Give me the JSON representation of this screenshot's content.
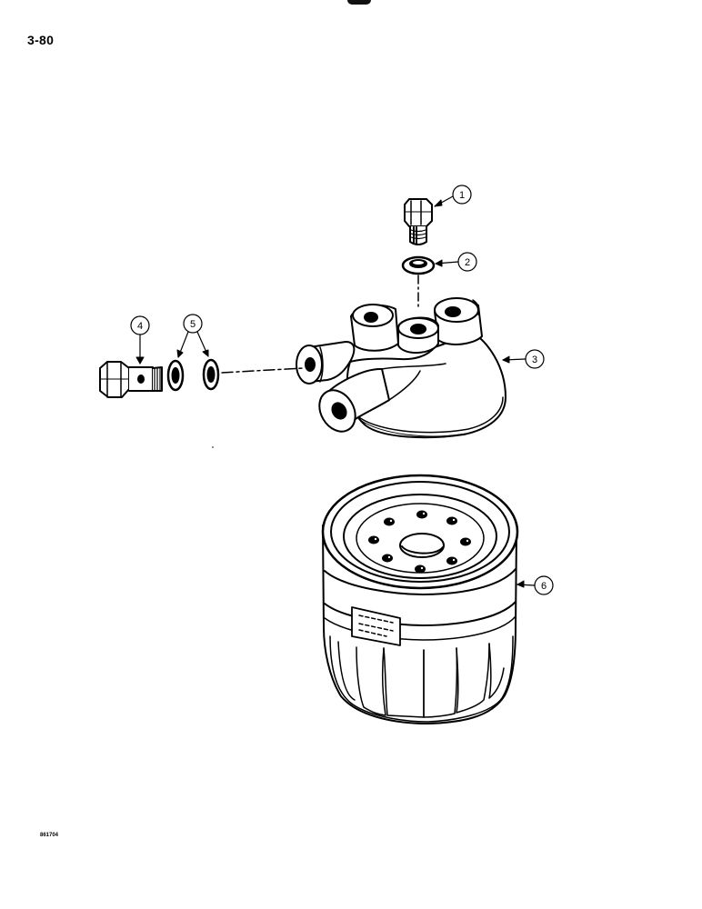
{
  "page": {
    "page_number": "3-80",
    "figure_id": "861704"
  },
  "callouts": [
    {
      "id": "callout-1",
      "number": "1"
    },
    {
      "id": "callout-2",
      "number": "2"
    },
    {
      "id": "callout-3",
      "number": "3"
    },
    {
      "id": "callout-4",
      "number": "4"
    },
    {
      "id": "callout-5",
      "number": "5"
    },
    {
      "id": "callout-6",
      "number": "6"
    }
  ]
}
